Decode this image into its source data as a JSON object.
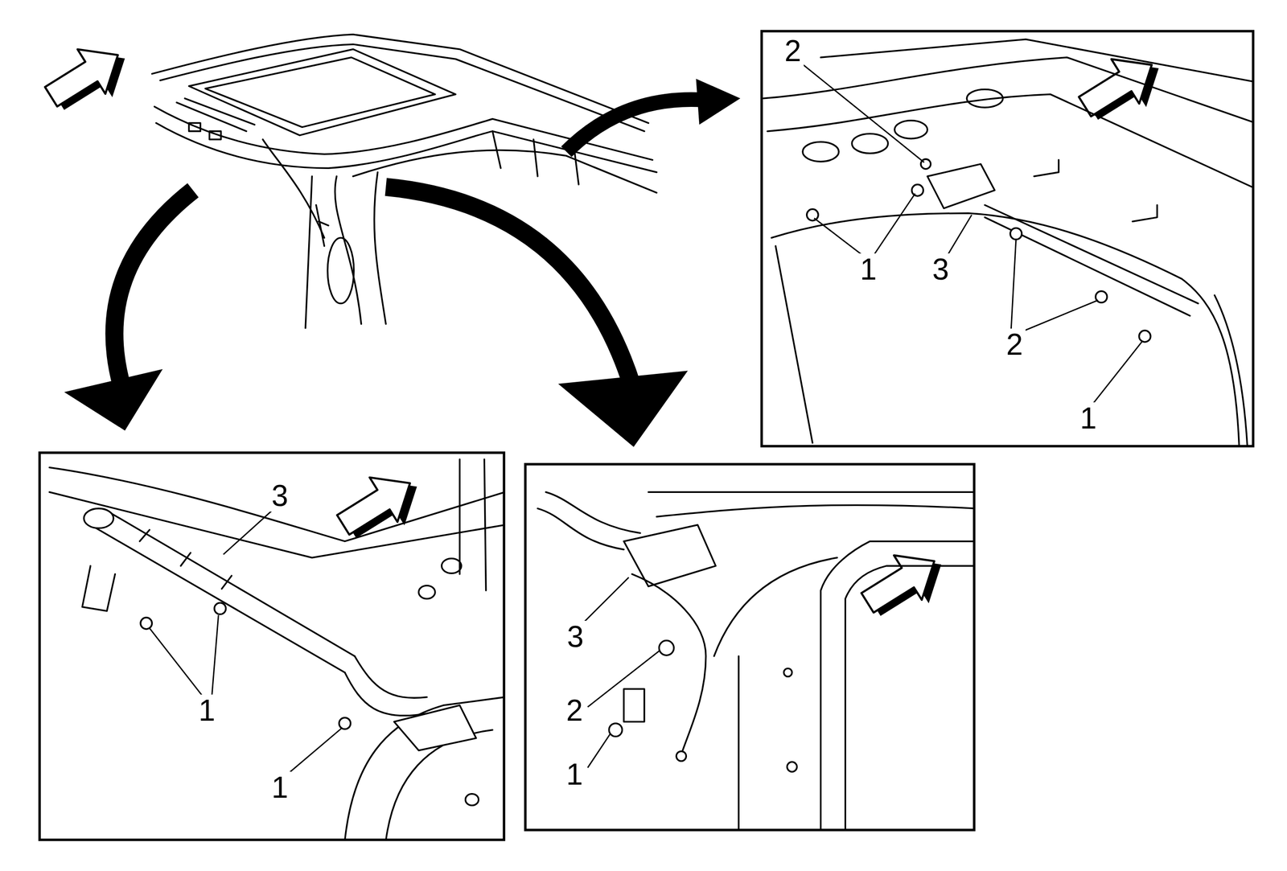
{
  "diagram": {
    "labels": [
      "2",
      "1",
      "3",
      "2",
      "1",
      "3",
      "1",
      "1",
      "3",
      "2",
      "1"
    ]
  }
}
